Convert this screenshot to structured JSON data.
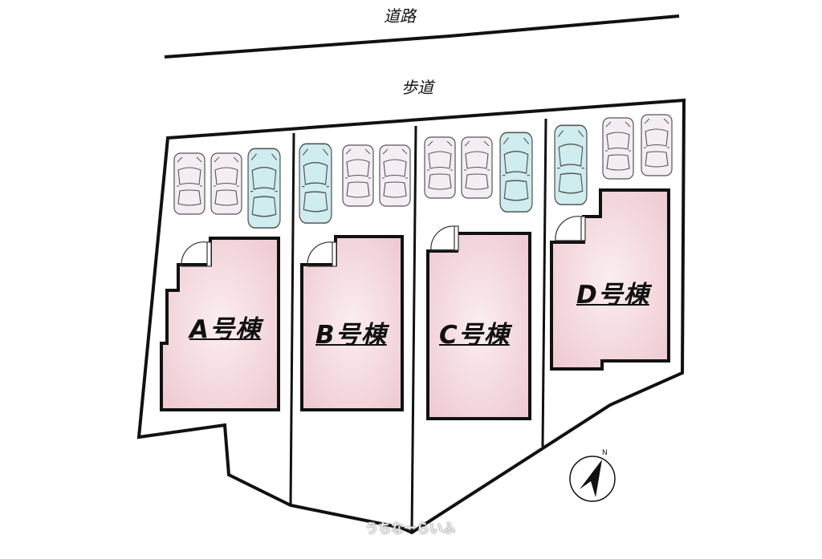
{
  "labels": {
    "road": "道路",
    "sidewalk": "歩道",
    "compass_north": "N",
    "watermark": "うちなーらいふ"
  },
  "buildings": [
    {
      "id": "A",
      "label": "A号棟"
    },
    {
      "id": "B",
      "label": "B号棟"
    },
    {
      "id": "C",
      "label": "C号棟"
    },
    {
      "id": "D",
      "label": "D号棟"
    }
  ],
  "colors": {
    "building_fill": "#f3d6dc",
    "outline": "#111111",
    "car_normal": "#f4eef4",
    "car_highlight": "#cfecef"
  },
  "icons": {
    "car": "car-icon",
    "door": "door-swing-icon",
    "compass": "north-arrow-icon"
  }
}
